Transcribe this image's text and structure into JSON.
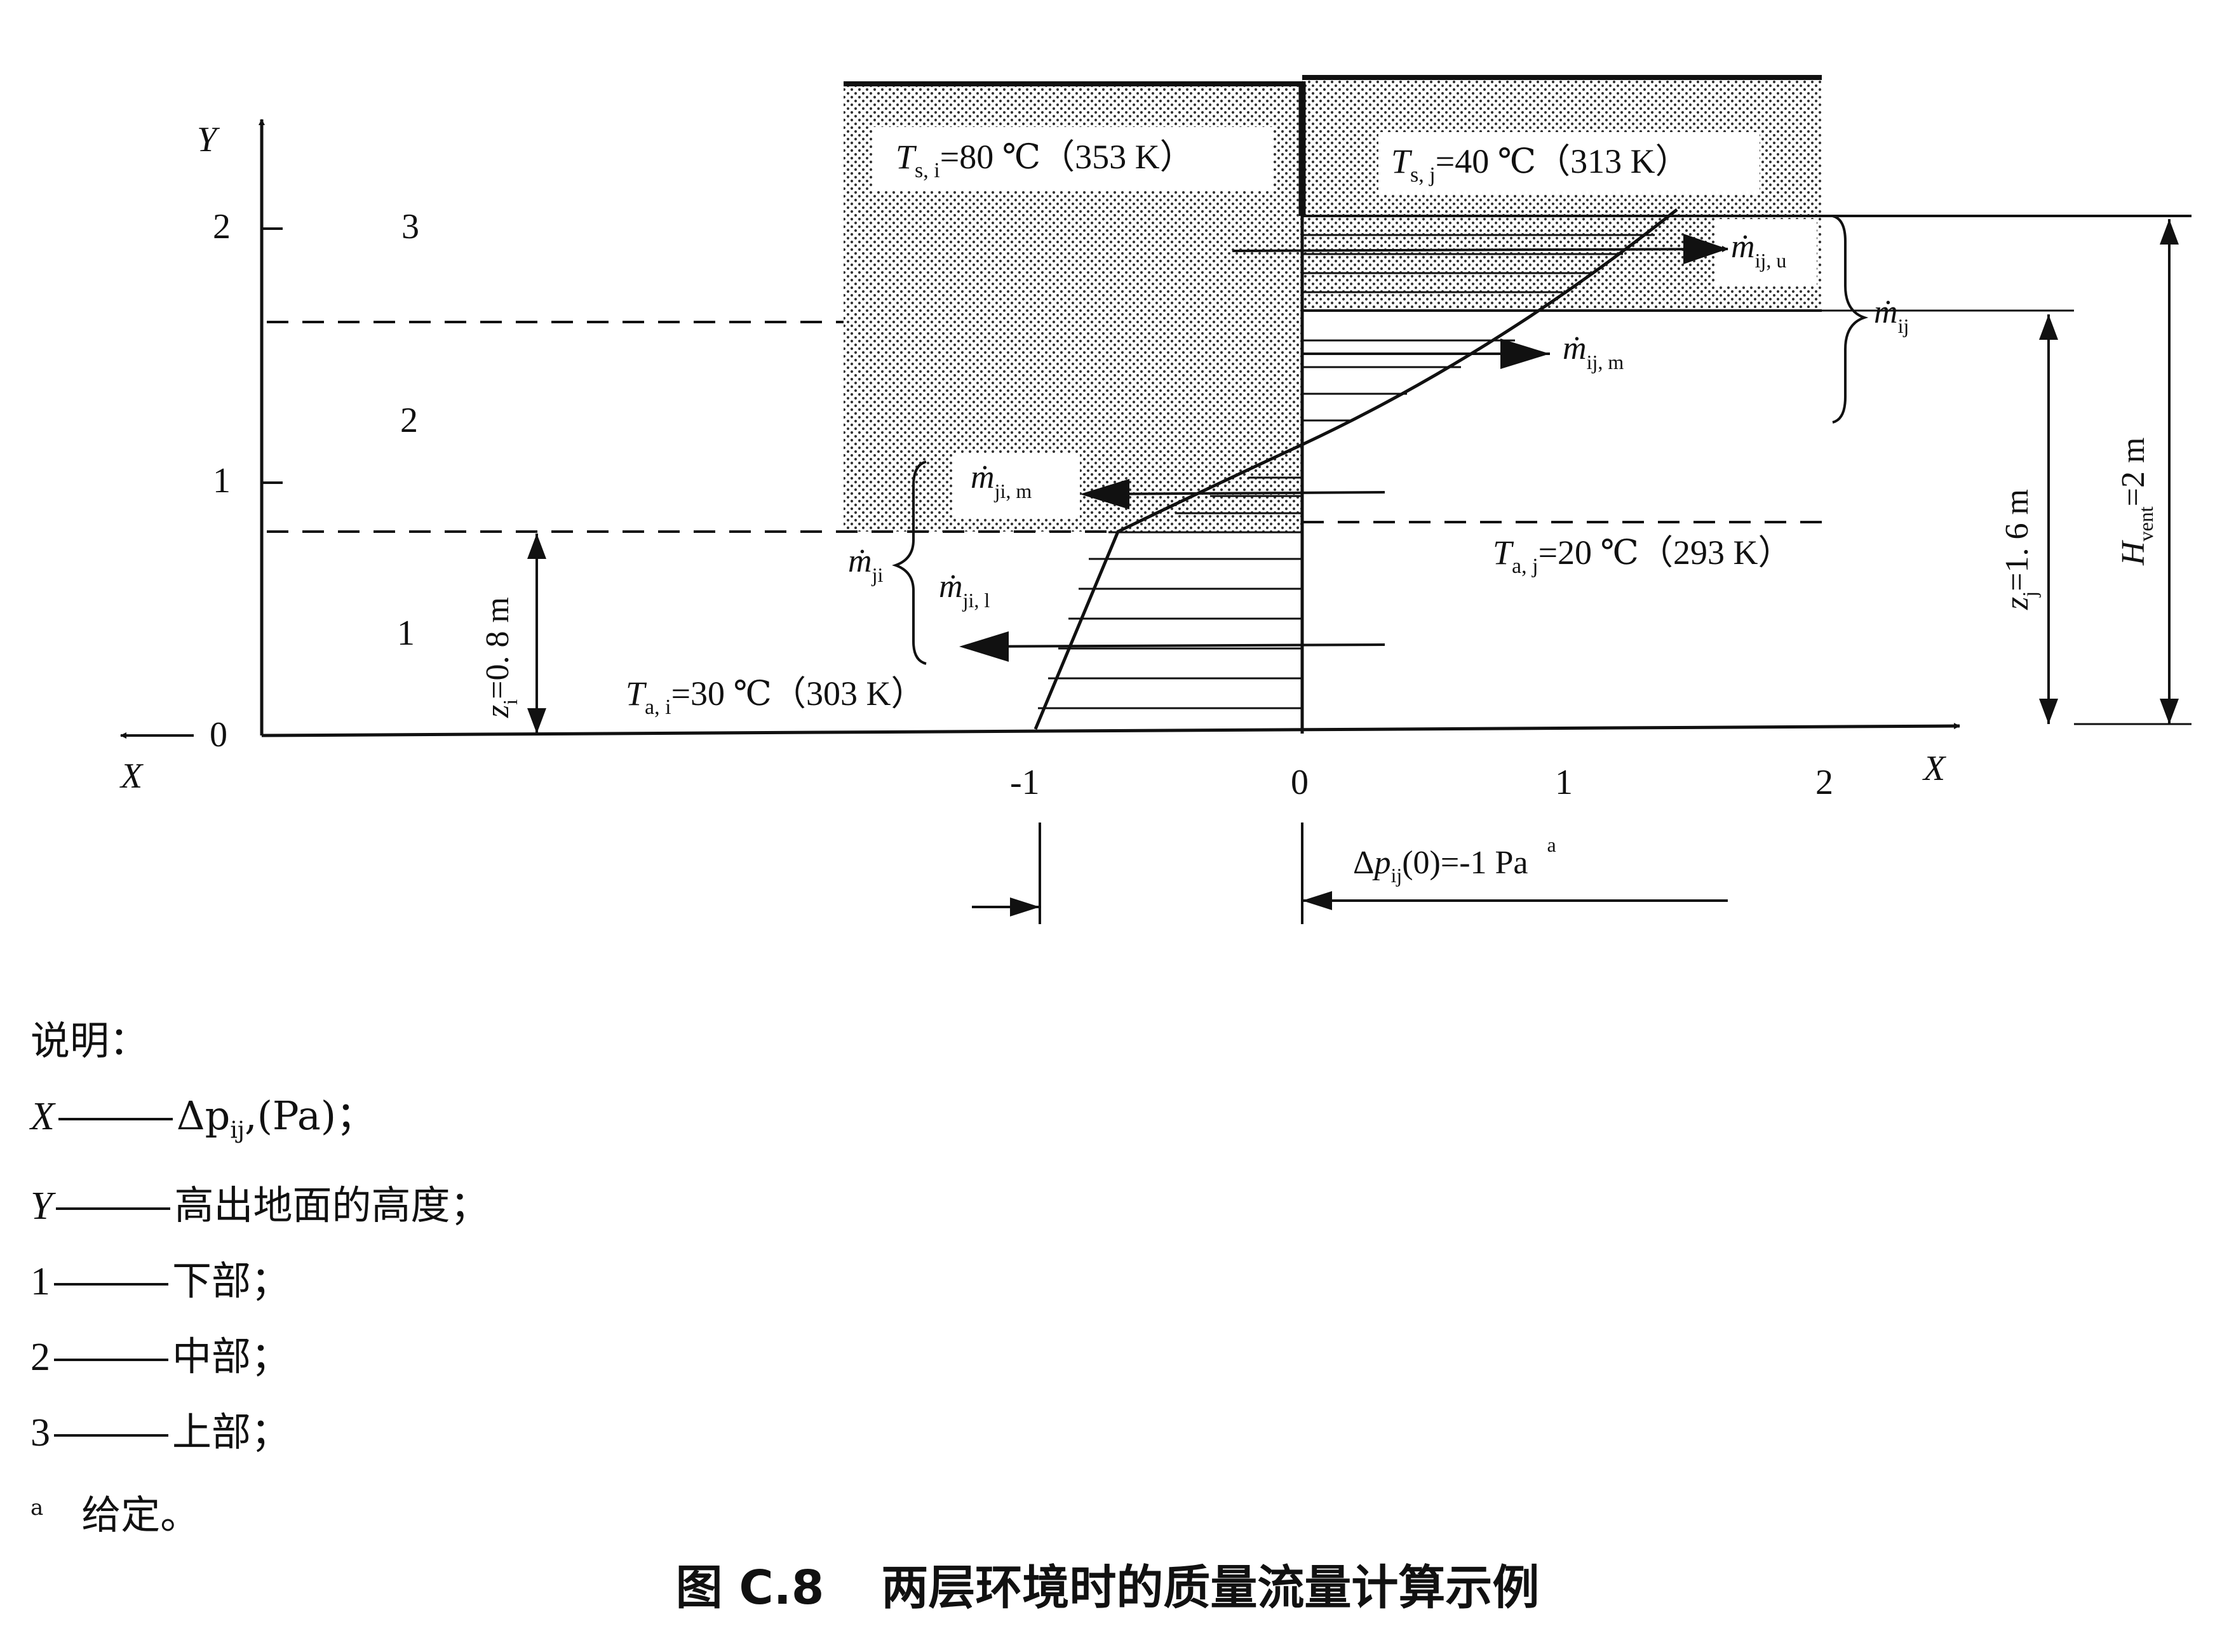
{
  "diagram": {
    "y_axis": {
      "letter": "Y",
      "ticks": [
        "0",
        "1",
        "2"
      ]
    },
    "x_axis": {
      "letter": "X",
      "left_letter": "X",
      "ticks": [
        "-1",
        "0",
        "1",
        "2"
      ]
    },
    "zones": [
      "1",
      "2",
      "3"
    ],
    "labels": {
      "t_si": {
        "base": "T",
        "sub": "s, i",
        "rest": "=80 ℃（353 K）"
      },
      "t_sj": {
        "base": "T",
        "sub": "s, j",
        "rest": "=40 ℃（313 K）"
      },
      "t_aj": {
        "base": "T",
        "sub": "a, j",
        "rest": "=20 ℃（293 K）"
      },
      "t_ai": {
        "base": "T",
        "sub": "a, i",
        "rest": "=30 ℃（303 K）"
      },
      "m_iju": {
        "base": "ṁ",
        "sub": "ij, u"
      },
      "m_ijm": {
        "base": "ṁ",
        "sub": "ij, m"
      },
      "m_ij": {
        "base": "ṁ",
        "sub": "ij"
      },
      "m_jim": {
        "base": "ṁ",
        "sub": "ji, m"
      },
      "m_ji": {
        "base": "ṁ",
        "sub": "ji"
      },
      "m_jil": {
        "base": "ṁ",
        "sub": "ji, l"
      },
      "zi": {
        "base": "z",
        "sub": "i",
        "rest": "=0. 8 m"
      },
      "zj": {
        "base": "z",
        "sub": "j",
        "rest": "=1. 6 m"
      },
      "hvent": {
        "base": "H",
        "sub": "vent",
        "rest": "=2 m"
      },
      "dp": {
        "pre": "Δ",
        "base": "p",
        "sub": "ij",
        "rest": "(0)=-1 Pa",
        "sup": "a"
      }
    }
  },
  "legend": {
    "title": "说明：",
    "rows": [
      {
        "sym": "X",
        "text": "Δp",
        "sub": "ij",
        "tail": ",(Pa)；"
      },
      {
        "sym": "Y",
        "text": "高出地面的高度；"
      },
      {
        "sym": "1",
        "text": "下部；"
      },
      {
        "sym": "2",
        "text": "中部；"
      },
      {
        "sym": "3",
        "text": "上部；"
      }
    ],
    "note_mark": "a",
    "note_text": "给定。"
  },
  "caption": {
    "number": "图 C.8",
    "title": "两层环境时的质量流量计算示例"
  }
}
